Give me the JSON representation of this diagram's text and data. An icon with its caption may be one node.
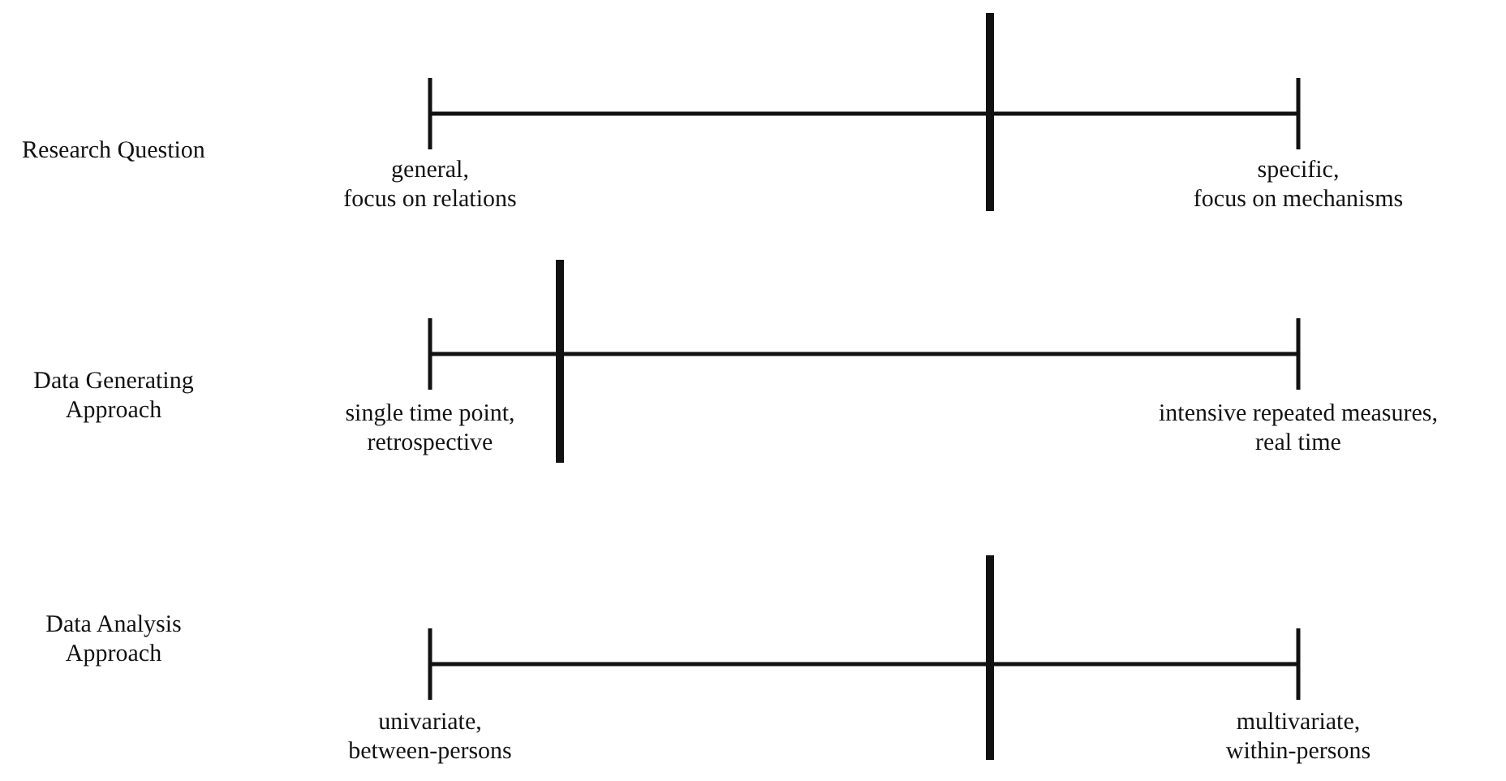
{
  "diagram": {
    "labels": [
      "Research Question",
      "general, focus on relations",
      "specific, focus on mechanisms",
      "Data Generating Approach",
      "single time point, retrospective",
      "intensive repeated measures, real time",
      "Data Analysis Approach",
      "univariate, between-persons",
      "multivariate, within-persons"
    ]
  }
}
